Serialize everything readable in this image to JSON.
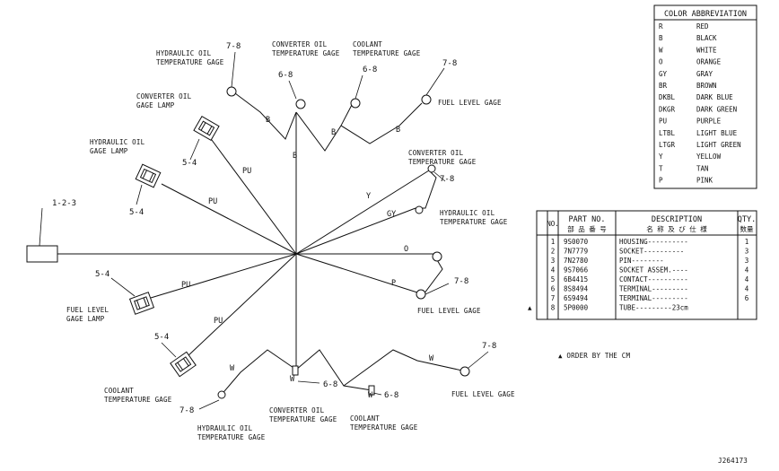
{
  "labels": {
    "hyd_oil_temp_gage_top": "HYDRAULIC OIL\nTEMPERATURE GAGE",
    "conv_oil_temp_gage_top": "CONVERTER OIL\nTEMPERATURE GAGE",
    "coolant_temp_gage_top": "COOLANT\nTEMPERATURE GAGE",
    "fuel_level_gage_top": "FUEL LEVEL GAGE",
    "conv_oil_gage_lamp": "CONVERTER OIL\nGAGE LAMP",
    "hyd_oil_gage_lamp": "HYDRAULIC OIL\nGAGE LAMP",
    "conv_oil_temp_gage_right": "CONVERTER OIL\nTEMPERATURE GAGE",
    "hyd_oil_temp_gage_right": "HYDRAULIC OIL\nTEMPERATURE GAGE",
    "fuel_level_gage_right": "FUEL LEVEL GAGE",
    "fuel_level_gage_lamp": "FUEL LEVEL\nGAGE LAMP",
    "coolant_temp_gage_left": "COOLANT\nTEMPERATURE GAGE",
    "hyd_oil_temp_gage_bottom": "HYDRAULIC OIL\nTEMPERATURE GAGE",
    "conv_oil_temp_gage_bottom": "CONVERTER OIL\nTEMPERATURE GAGE",
    "coolant_temp_gage_bottom": "COOLANT\nTEMPERATURE GAGE",
    "fuel_level_gage_bottom": "FUEL LEVEL GAGE",
    "order_note": "▲ ORDER BY THE CM",
    "drawing_number": "J264173"
  },
  "refs": {
    "r123": "1-2-3",
    "r78a": "7-8",
    "r68a": "6-8",
    "r68b": "6-8",
    "r78b": "7-8",
    "r54a": "5-4",
    "r54b": "5-4",
    "r78c": "7-8",
    "r78d": "7-8",
    "r54c": "5-4",
    "r54d": "5-4",
    "r78e": "7-8",
    "r68c": "6-8",
    "r68d": "6-8",
    "r78f": "7-8"
  },
  "wire_codes": {
    "w1": "B",
    "w2": "B",
    "w3": "B",
    "w4": "B",
    "w5": "PU",
    "w6": "PU",
    "w7": "Y",
    "w8": "GY",
    "w9": "O",
    "w10": "P",
    "w11": "PU",
    "w12": "PU",
    "w13": "W",
    "w14": "W",
    "w15": "W",
    "w16": "W"
  },
  "color_table": {
    "title": "COLOR ABBREVIATION",
    "rows": [
      {
        "code": "R",
        "name": "RED"
      },
      {
        "code": "B",
        "name": "BLACK"
      },
      {
        "code": "W",
        "name": "WHITE"
      },
      {
        "code": "O",
        "name": "ORANGE"
      },
      {
        "code": "GY",
        "name": "GRAY"
      },
      {
        "code": "BR",
        "name": "BROWN"
      },
      {
        "code": "DKBL",
        "name": "DARK BLUE"
      },
      {
        "code": "DKGR",
        "name": "DARK GREEN"
      },
      {
        "code": "PU",
        "name": "PURPLE"
      },
      {
        "code": "LTBL",
        "name": "LIGHT BLUE"
      },
      {
        "code": "LTGR",
        "name": "LIGHT GREEN"
      },
      {
        "code": "Y",
        "name": "YELLOW"
      },
      {
        "code": "T",
        "name": "TAN"
      },
      {
        "code": "P",
        "name": "PINK"
      }
    ]
  },
  "parts_table": {
    "headers": {
      "no": "NO.",
      "part_no": "PART NO.",
      "part_no_jp": "部 品 番 号",
      "description": "DESCRIPTION",
      "description_jp": "名 称 及 び 仕 様",
      "qty": "QTY.",
      "qty_jp": "数量"
    },
    "rows": [
      {
        "mark": "",
        "no": "1",
        "part_no": "9S0070",
        "desc": "HOUSING----------",
        "qty": "1"
      },
      {
        "mark": "",
        "no": "2",
        "part_no": "7N7779",
        "desc": "SOCKET----------",
        "qty": "3"
      },
      {
        "mark": "",
        "no": "3",
        "part_no": "7N2780",
        "desc": "PIN--------",
        "qty": "3"
      },
      {
        "mark": "",
        "no": "4",
        "part_no": "9S7066",
        "desc": "SOCKET ASSEM.----",
        "qty": "4"
      },
      {
        "mark": "",
        "no": "5",
        "part_no": "6B4415",
        "desc": "CONTACT----------",
        "qty": "4"
      },
      {
        "mark": "",
        "no": "6",
        "part_no": "8S8494",
        "desc": "TERMINAL---------",
        "qty": "4"
      },
      {
        "mark": "",
        "no": "7",
        "part_no": "6S9494",
        "desc": "TERMINAL---------",
        "qty": "6"
      },
      {
        "mark": "▲",
        "no": "8",
        "part_no": "5P0000",
        "desc": "TUBE---------23cm",
        "qty": ""
      }
    ]
  }
}
